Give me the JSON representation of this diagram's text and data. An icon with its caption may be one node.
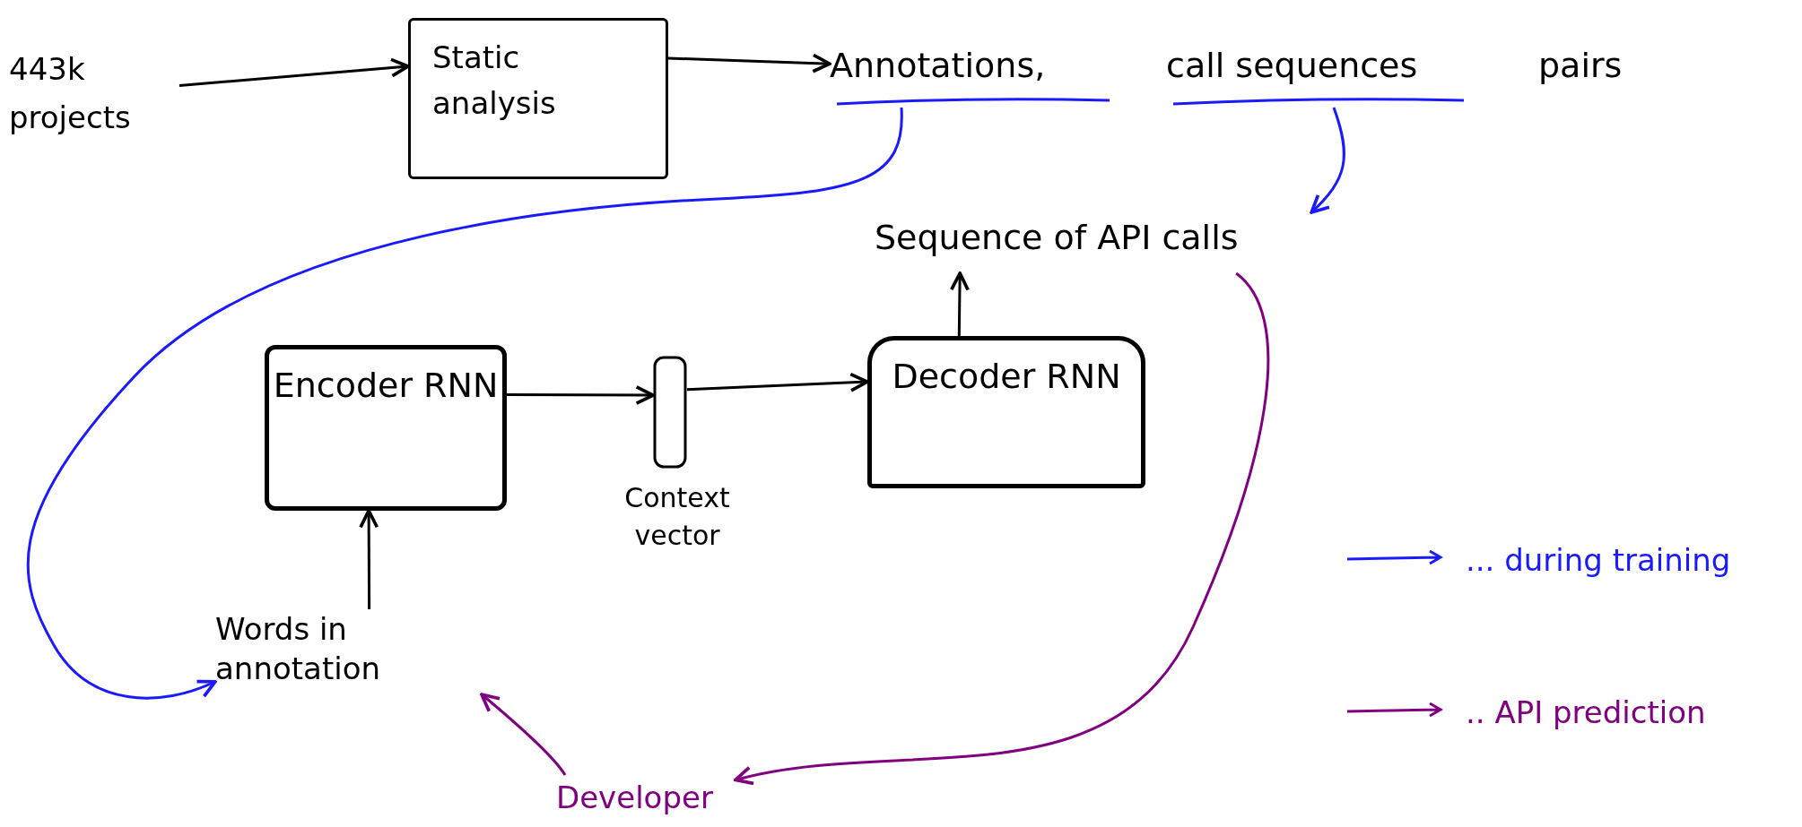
{
  "diagram": {
    "nodes": [
      {
        "text": [
          "443k projects"
        ]
      },
      {
        "text": [
          "Static analysis"
        ]
      },
      {
        "text": [
          "Annotations,"
        ]
      },
      {
        "text": [
          "call sequences"
        ]
      },
      {
        "text": [
          "Sequence of API calls"
        ]
      },
      {
        "text": [
          "Encoder RNN"
        ]
      },
      {
        "text": [],
        "shape": "bar",
        "beside": [
          "Context vector"
        ]
      },
      {
        "text": [
          "Decoder RNN"
        ]
      },
      {
        "text": [
          "Words in annotation"
        ]
      },
      {
        "text": [
          "Developer"
        ]
      }
    ],
    "edges": [
      {
        "from": 0,
        "to": 1,
        "arrow": "to"
      },
      {
        "from": 1,
        "to": 2,
        "arrow": "to"
      },
      {
        "from": 2,
        "to": 8,
        "arrow": "to",
        "color": "#1a1aff"
      },
      {
        "from": 3,
        "to": 4,
        "arrow": "to",
        "color": "#1a1aff"
      },
      {
        "from": 5,
        "to": 6,
        "arrow": "to"
      },
      {
        "from": 6,
        "to": 7,
        "arrow": "to"
      },
      {
        "from": 7,
        "to": 4,
        "arrow": "to"
      },
      {
        "from": 8,
        "to": 5,
        "arrow": "to"
      },
      {
        "from": 4,
        "to": 9,
        "arrow": "to",
        "color": "#800080"
      },
      {
        "from": 9,
        "to": 8,
        "arrow": "to",
        "color": "#800080"
      }
    ],
    "labels": [
      "pairs"
    ],
    "legend": [
      {
        "text": "... during training",
        "color": "#1a1aff"
      },
      {
        "text": ".. API prediction",
        "color": "#800080"
      }
    ]
  }
}
